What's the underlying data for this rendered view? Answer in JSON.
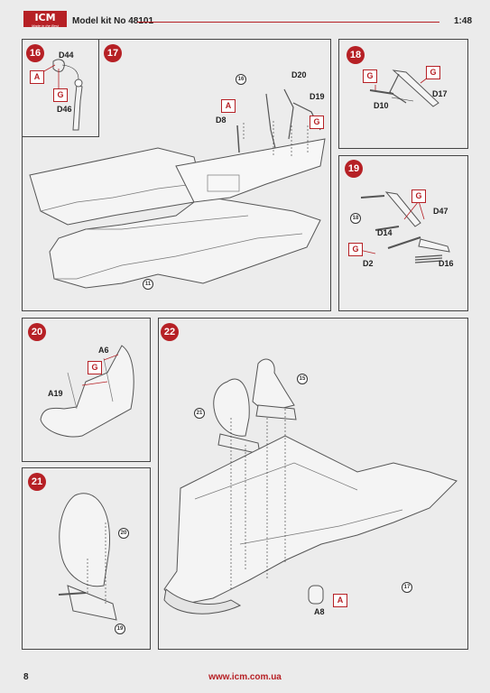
{
  "header": {
    "logo": "ICM",
    "logo_tagline": "Made in the Best",
    "kit_title": "Model kit No 48101",
    "scale": "1:48"
  },
  "steps": {
    "s16": {
      "number": "16",
      "parts": {
        "d44": "D44",
        "d46": "D46",
        "a": "A",
        "g": "G"
      }
    },
    "s17": {
      "number": "17",
      "parts": {
        "ref16": "16",
        "d20": "D20",
        "d19": "D19",
        "a": "A",
        "d8": "D8",
        "g": "G",
        "ref11": "11"
      }
    },
    "s18": {
      "number": "18",
      "parts": {
        "g1": "G",
        "g2": "G",
        "d17": "D17",
        "d10": "D10"
      }
    },
    "s19": {
      "number": "19",
      "parts": {
        "g1": "G",
        "g2": "G",
        "d47": "D47",
        "ref18": "18",
        "d14": "D14",
        "d2": "D2",
        "d16": "D16"
      }
    },
    "s20": {
      "number": "20",
      "parts": {
        "a6": "A6",
        "g": "G",
        "a19": "A19"
      }
    },
    "s21": {
      "number": "21",
      "parts": {
        "ref20": "20",
        "ref19": "19"
      }
    },
    "s22": {
      "number": "22",
      "parts": {
        "ref15": "15",
        "ref21": "21",
        "a": "A",
        "a8": "A8",
        "ref17": "17"
      }
    }
  },
  "footer": {
    "page_number": "8",
    "website": "www.icm.com.ua"
  },
  "colors": {
    "accent": "#b62025"
  }
}
